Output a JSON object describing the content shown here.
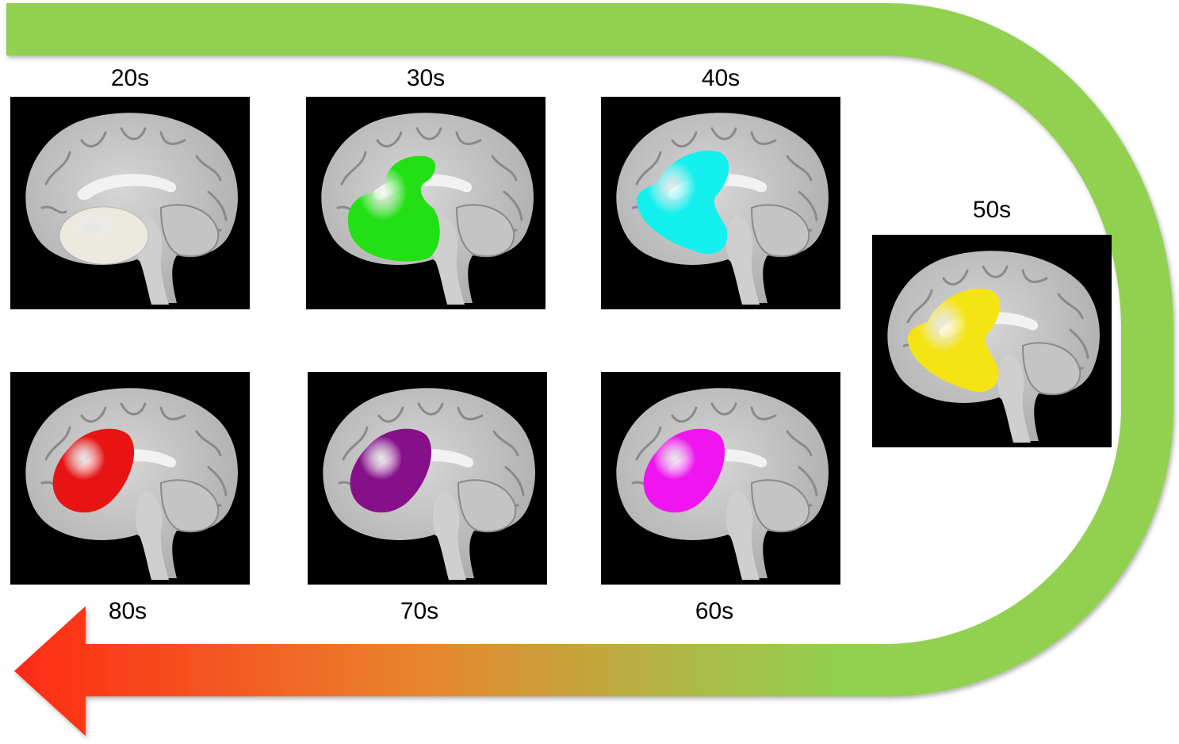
{
  "colors": {
    "arrow_green": "#92d050",
    "arrow_red": "#ff2a14",
    "arrow_orange": "#e8862e",
    "brain_gray": "#bdbdbd",
    "background": "#000000"
  },
  "panels": [
    {
      "id": "t20",
      "label": "20s",
      "blob_color": "#ece9df",
      "blob_shape": "ellipse"
    },
    {
      "id": "t30",
      "label": "30s",
      "blob_color": "#22e014",
      "blob_shape": "kidney-hook"
    },
    {
      "id": "t40",
      "label": "40s",
      "blob_color": "#14f0ee",
      "blob_shape": "kidney"
    },
    {
      "id": "t50",
      "label": "50s",
      "blob_color": "#f5e414",
      "blob_shape": "kidney"
    },
    {
      "id": "t60",
      "label": "60s",
      "blob_color": "#f014f0",
      "blob_shape": "teardrop"
    },
    {
      "id": "t70",
      "label": "70s",
      "blob_color": "#86108a",
      "blob_shape": "teardrop"
    },
    {
      "id": "t80",
      "label": "80s",
      "blob_color": "#e81414",
      "blob_shape": "teardrop"
    }
  ]
}
